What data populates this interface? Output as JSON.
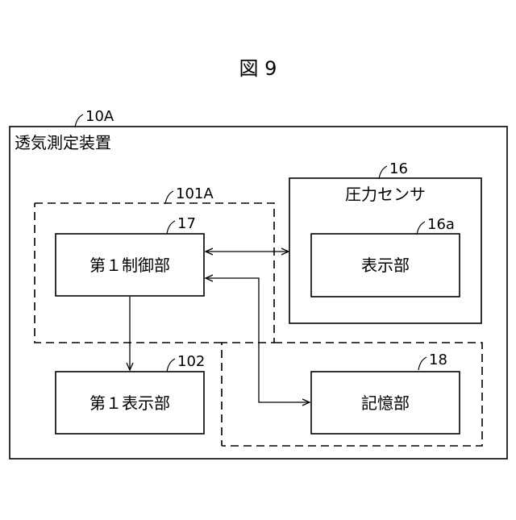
{
  "figure": {
    "title": "図 9"
  },
  "device": {
    "ref": "10A",
    "label": "透気測定装置"
  },
  "group": {
    "ref": "101A"
  },
  "sensor_group": {
    "ref": "18"
  },
  "control": {
    "ref": "17",
    "label": "第１制御部"
  },
  "pressure_sensor": {
    "ref": "16",
    "label": "圧力センサ"
  },
  "sensor_display": {
    "ref": "16a",
    "label": "表示部"
  },
  "first_display": {
    "ref": "102",
    "label": "第１表示部"
  },
  "memory": {
    "label": "記憶部"
  }
}
